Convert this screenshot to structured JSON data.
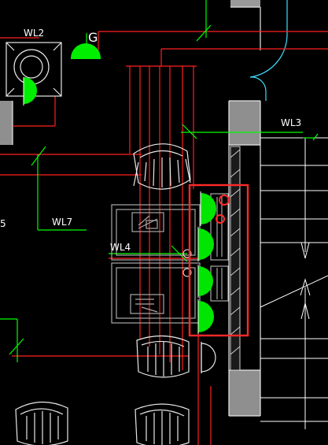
{
  "labels": {
    "wl2": "WL2",
    "g": "G",
    "wl3": "WL3",
    "wl7": "WL7",
    "wl4": "WL4",
    "five": "5"
  },
  "colors": {
    "background": "#000000",
    "red": "#ff2020",
    "green": "#00ff00",
    "white": "#ffffff",
    "gray": "#a0a0a0",
    "cyan": "#40ffff",
    "selection": "#ff2a2a"
  }
}
